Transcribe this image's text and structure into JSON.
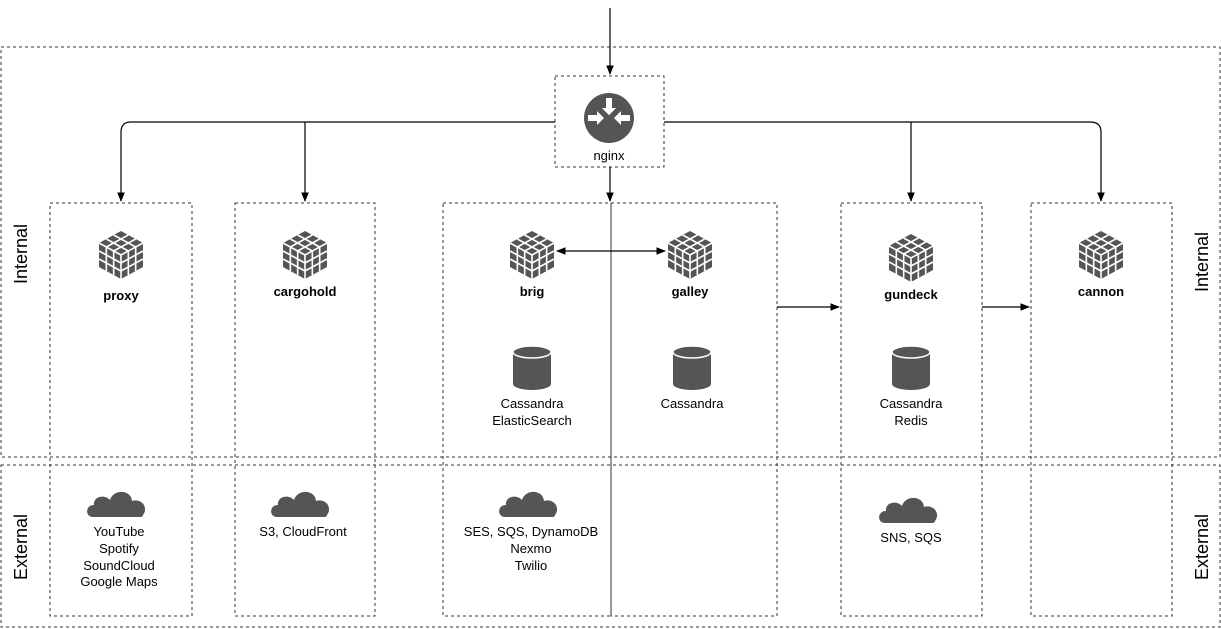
{
  "gateway": {
    "label": "nginx"
  },
  "zones": {
    "internal_left": "Internal",
    "internal_right": "Internal",
    "external_left": "External",
    "external_right": "External"
  },
  "services": {
    "proxy": {
      "label": "proxy"
    },
    "cargohold": {
      "label": "cargohold"
    },
    "brig": {
      "label": "brig"
    },
    "galley": {
      "label": "galley"
    },
    "gundeck": {
      "label": "gundeck"
    },
    "cannon": {
      "label": "cannon"
    }
  },
  "stores": {
    "brig": [
      "Cassandra",
      "ElasticSearch"
    ],
    "galley": [
      "Cassandra"
    ],
    "gundeck": [
      "Cassandra",
      "Redis"
    ]
  },
  "external": {
    "proxy": [
      "YouTube",
      "Spotify",
      "SoundCloud",
      "Google Maps"
    ],
    "cargohold": [
      "S3, CloudFront"
    ],
    "brig": [
      "SES, SQS, DynamoDB",
      "Nexmo",
      "Twilio"
    ],
    "gundeck": [
      "SNS, SQS"
    ]
  },
  "icons": {
    "gateway": "router-icon",
    "service": "cube-grid-icon",
    "store": "database-icon",
    "external": "cloud-icon"
  },
  "colors": {
    "icon": "#555555",
    "line": "#000000",
    "border": "#333333"
  }
}
